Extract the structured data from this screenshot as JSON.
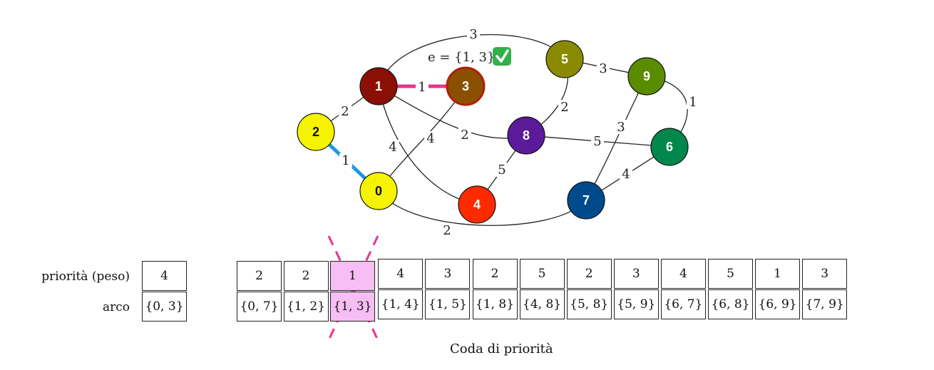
{
  "graph": {
    "annotation": "e = {1, 3}",
    "check_icon": "white-heavy-check-mark",
    "nodes": [
      {
        "id": "0",
        "color": "#f5f300",
        "text_color": "#111111"
      },
      {
        "id": "1",
        "color": "#8a1005",
        "text_color": "#ffffff"
      },
      {
        "id": "2",
        "color": "#f5f300",
        "text_color": "#111111"
      },
      {
        "id": "3",
        "color": "#8a5000",
        "text_color": "#ffffff",
        "border": "#b0200c"
      },
      {
        "id": "4",
        "color": "#ff2a00",
        "text_color": "#ffffff"
      },
      {
        "id": "5",
        "color": "#8a8a00",
        "text_color": "#ffffff"
      },
      {
        "id": "6",
        "color": "#00884c",
        "text_color": "#ffffff"
      },
      {
        "id": "7",
        "color": "#004a8c",
        "text_color": "#ffffff"
      },
      {
        "id": "8",
        "color": "#5a1a9a",
        "text_color": "#ffffff"
      },
      {
        "id": "9",
        "color": "#5a8c00",
        "text_color": "#ffffff"
      }
    ],
    "edges": [
      {
        "u": "1",
        "v": "5",
        "w": "3"
      },
      {
        "u": "1",
        "v": "3",
        "w": "1",
        "status": "selected"
      },
      {
        "u": "1",
        "v": "2",
        "w": "2"
      },
      {
        "u": "1",
        "v": "4",
        "w": "4"
      },
      {
        "u": "1",
        "v": "8",
        "w": "2"
      },
      {
        "u": "2",
        "v": "0",
        "w": "1",
        "status": "tree"
      },
      {
        "u": "0",
        "v": "3",
        "w": "4"
      },
      {
        "u": "0",
        "v": "7",
        "w": "2"
      },
      {
        "u": "5",
        "v": "9",
        "w": "3"
      },
      {
        "u": "5",
        "v": "8",
        "w": "2"
      },
      {
        "u": "9",
        "v": "6",
        "w": "1"
      },
      {
        "u": "9",
        "v": "7",
        "w": "3"
      },
      {
        "u": "8",
        "v": "6",
        "w": "5"
      },
      {
        "u": "8",
        "v": "4",
        "w": "5"
      },
      {
        "u": "7",
        "v": "6",
        "w": "4"
      }
    ],
    "colors": {
      "selected": "#e8348c",
      "tree": "#1a9ae0",
      "edge": "#222222"
    }
  },
  "queue": {
    "row_labels": {
      "priority": "priorità (peso)",
      "edge": "arco"
    },
    "popped": {
      "priority": "4",
      "edge": "{0, 3}"
    },
    "items": [
      {
        "priority": "2",
        "edge": "{0, 7}"
      },
      {
        "priority": "2",
        "edge": "{1, 2}"
      },
      {
        "priority": "1",
        "edge": "{1, 3}",
        "removed": true
      },
      {
        "priority": "4",
        "edge": "{1, 4}"
      },
      {
        "priority": "3",
        "edge": "{1, 5}"
      },
      {
        "priority": "2",
        "edge": "{1, 8}"
      },
      {
        "priority": "5",
        "edge": "{4, 8}"
      },
      {
        "priority": "2",
        "edge": "{5, 8}"
      },
      {
        "priority": "3",
        "edge": "{5, 9}"
      },
      {
        "priority": "4",
        "edge": "{6, 7}"
      },
      {
        "priority": "5",
        "edge": "{6, 8}"
      },
      {
        "priority": "1",
        "edge": "{6, 9}"
      },
      {
        "priority": "3",
        "edge": "{7, 9}"
      }
    ],
    "caption": "Coda di priorità",
    "removed_color": "#f7bdf5",
    "cross_color": "#e8348c"
  }
}
